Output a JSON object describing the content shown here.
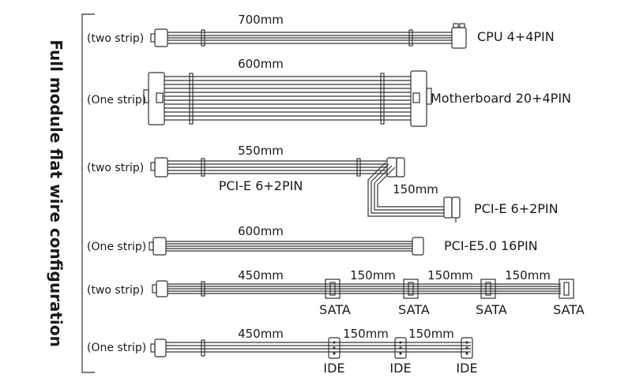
{
  "side_title": "Full module flat wire configuration",
  "rows": [
    {
      "strip": "(two strip)",
      "length": "700mm",
      "name": "CPU 4+4PIN"
    },
    {
      "strip": "(One strip)",
      "length": "600mm",
      "name": "Motherboard 20+4PIN"
    },
    {
      "strip": "(two strip)",
      "length": "550mm",
      "name": "PCI-E 6+2PIN",
      "branch_length": "150mm",
      "branch_name": "PCI-E 6+2PIN"
    },
    {
      "strip": "(One strip)",
      "length": "600mm",
      "name": "PCI-E5.0 16PIN"
    },
    {
      "strip": "(two strip)",
      "length": "450mm",
      "segments": [
        "150mm",
        "150mm",
        "150mm"
      ],
      "connectors": [
        "SATA",
        "SATA",
        "SATA",
        "SATA"
      ]
    },
    {
      "strip": "(One strip)",
      "length": "450mm",
      "segments": [
        "150mm",
        "150mm"
      ],
      "connectors": [
        "IDE",
        "IDE",
        "IDE"
      ]
    }
  ]
}
